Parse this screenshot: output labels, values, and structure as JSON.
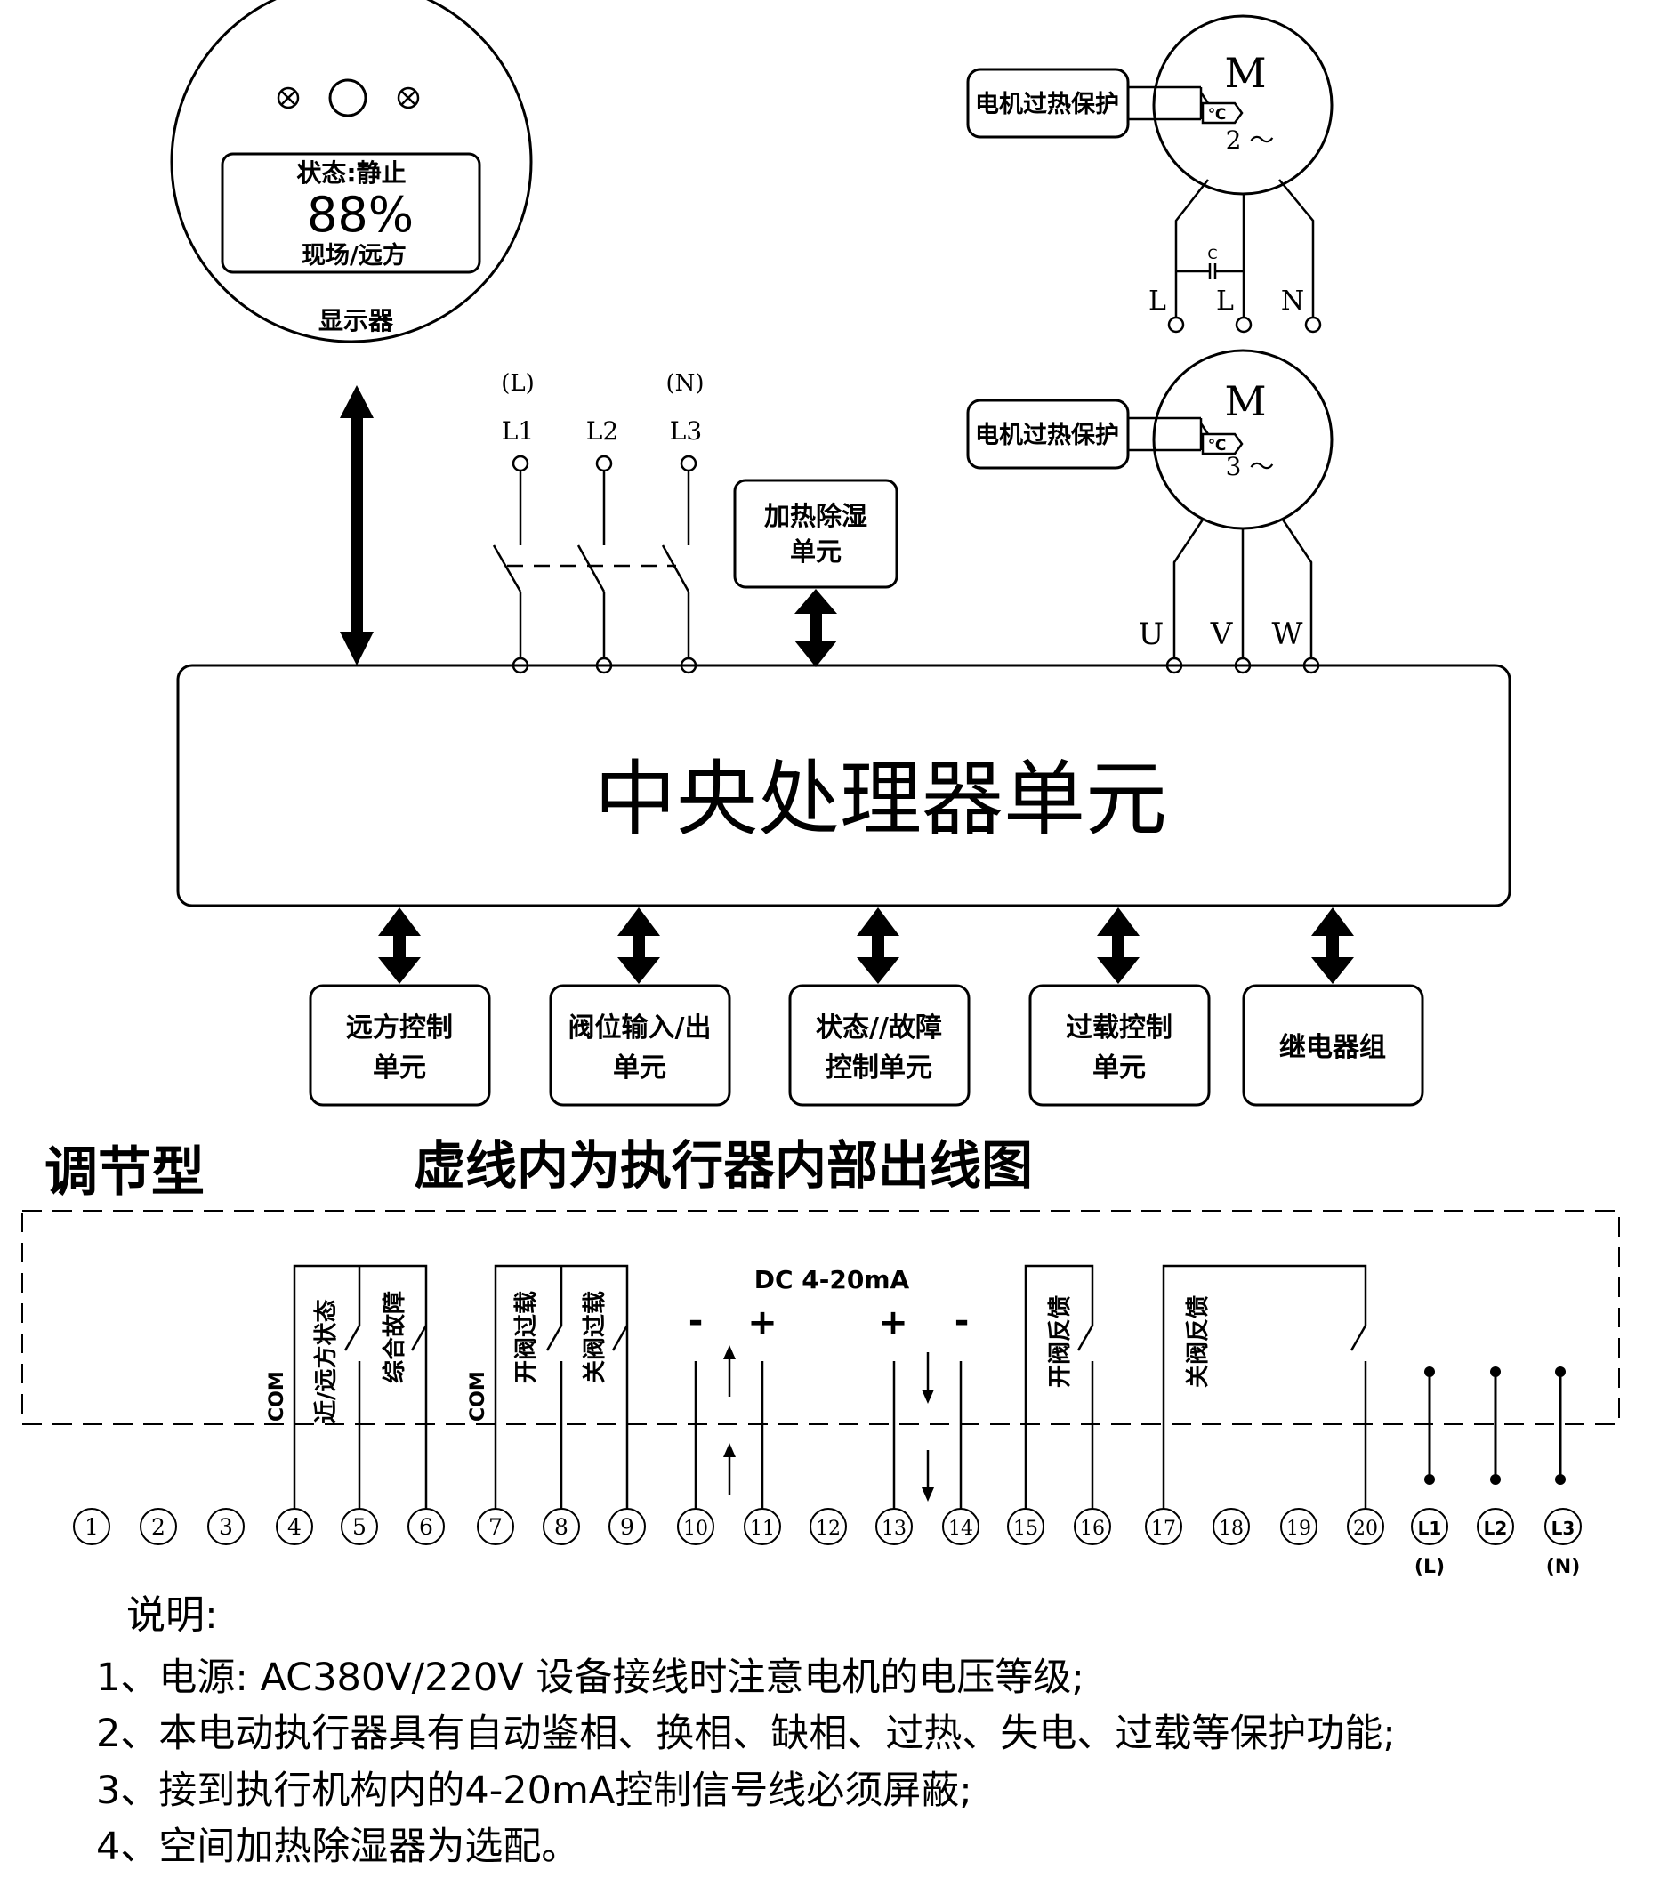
{
  "display": {
    "status": "状态:静止",
    "percent": "88%",
    "mode": "现场/远方",
    "label": "显示器"
  },
  "motor_single": {
    "letter": "M",
    "phase": "2 ～",
    "protect": "电机过热保护",
    "thermal": "℃",
    "cap": "C",
    "t1": "L",
    "t2": "L",
    "t3": "N"
  },
  "motor_three": {
    "letter": "M",
    "phase": "3 ～",
    "protect": "电机过热保护",
    "thermal": "℃",
    "t1": "U",
    "t2": "V",
    "t3": "W"
  },
  "power": {
    "L1": "L1",
    "L2": "L2",
    "L3": "L3",
    "L1_alias": "(L)",
    "L3_alias": "(N)"
  },
  "heater": {
    "line1": "加热除湿",
    "line2": "单元"
  },
  "cpu": {
    "label": "中央处理器单元"
  },
  "units": [
    {
      "line1": "远方控制",
      "line2": "单元"
    },
    {
      "line1": "阀位输入/出",
      "line2": "单元"
    },
    {
      "line1": "状态//故障",
      "line2": "控制单元"
    },
    {
      "line1": "过载控制",
      "line2": "单元"
    },
    {
      "line1": "继电器组",
      "line2": ""
    }
  ],
  "wiring": {
    "type_title": "调节型",
    "main_title": "虚线内为执行器内部出线图",
    "com1": "COM",
    "com2": "COM",
    "near_remote": "近/远方状态",
    "general_fault": "综合故障",
    "open_overload": "开阀过载",
    "close_overload": "关阀过载",
    "dc_label": "DC 4-20mA",
    "open_feedback": "开阀反馈",
    "close_feedback": "关阀反馈",
    "minus": "-",
    "plus": "+",
    "terminals": [
      "1",
      "2",
      "3",
      "4",
      "5",
      "6",
      "7",
      "8",
      "9",
      "10",
      "11",
      "12",
      "13",
      "14",
      "15",
      "16",
      "17",
      "18",
      "19",
      "20",
      "L1",
      "L2",
      "L3"
    ],
    "term_L1_alias": "(L)",
    "term_L3_alias": "(N)"
  },
  "notes": {
    "heading": "说明:",
    "items": [
      "1、电源: AC380V/220V 设备接线时注意电机的电压等级;",
      "2、本电动执行器具有自动鉴相、换相、缺相、过热、失电、过载等保护功能;",
      "3、接到执行机构内的4-20mA控制信号线必须屏蔽;",
      "4、空间加热除湿器为选配。"
    ]
  }
}
